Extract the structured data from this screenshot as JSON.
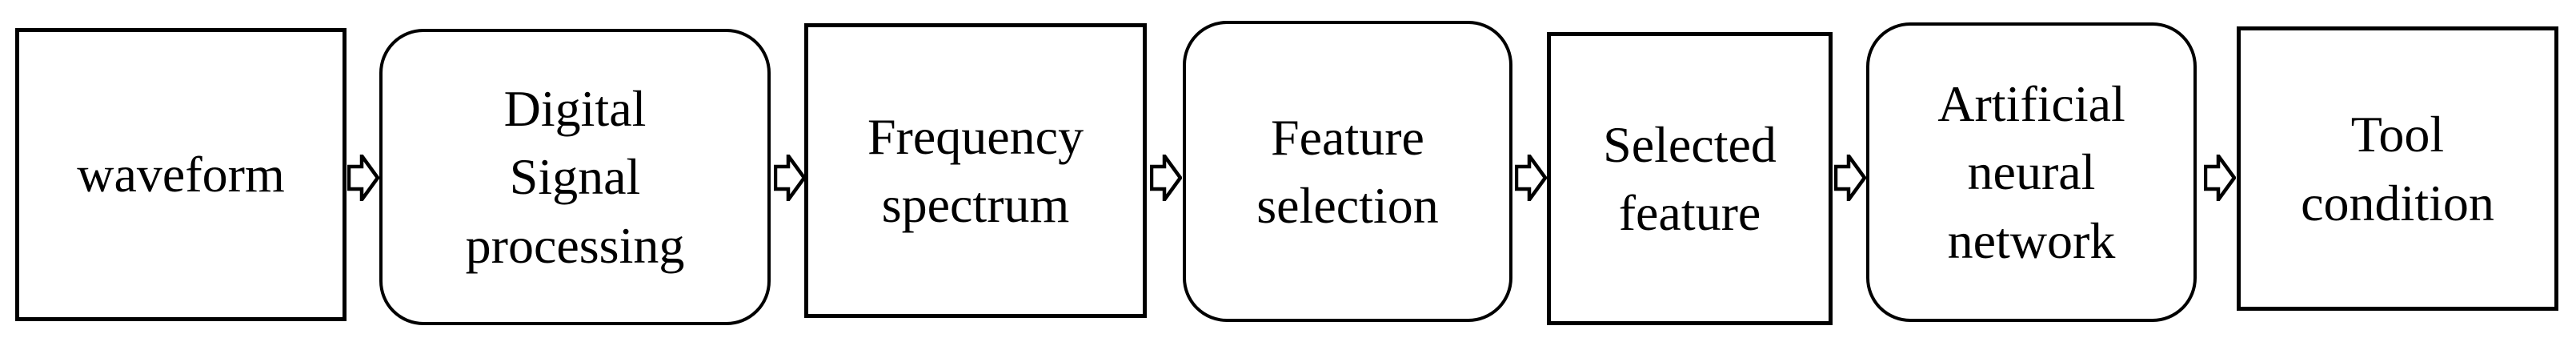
{
  "diagram": {
    "type": "flowchart",
    "orientation": "left-to-right",
    "boxes": [
      {
        "label": "waveform",
        "shape": "rectangle"
      },
      {
        "label": "Digital\nSignal\nprocessing",
        "shape": "rounded-rectangle"
      },
      {
        "label": "Frequency\nspectrum",
        "shape": "rectangle"
      },
      {
        "label": "Feature\nselection",
        "shape": "rounded-rectangle"
      },
      {
        "label": "Selected\nfeature",
        "shape": "rectangle"
      },
      {
        "label": "Artificial\nneural\nnetwork",
        "shape": "rounded-rectangle"
      },
      {
        "label": "Tool\ncondition",
        "shape": "rectangle"
      }
    ],
    "connectors": {
      "count": 6,
      "style": "hollow-block-arrow",
      "direction": "right"
    },
    "colors": {
      "border": "#000000",
      "text": "#000000",
      "fill": "#ffffff",
      "background": "#ffffff"
    }
  }
}
